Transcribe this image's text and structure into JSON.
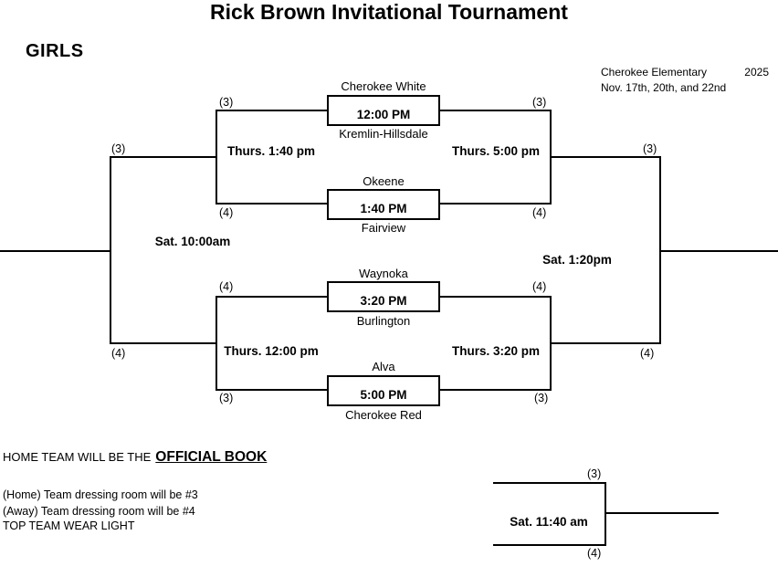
{
  "title": "Rick Brown Invitational Tournament",
  "division": "GIRLS",
  "header": {
    "venue": "Cherokee Elementary",
    "year": "2025",
    "dates": "Nov. 17th, 20th, and 22nd"
  },
  "bracket": {
    "round1_games": [
      {
        "top_team": "Cherokee White",
        "time": "12:00 PM",
        "bottom_team": "Kremlin-Hillsdale",
        "left_seed": "(3)",
        "right_seed": "(3)"
      },
      {
        "top_team": "Okeene",
        "time": "1:40 PM",
        "bottom_team": "Fairview",
        "left_seed": "(4)",
        "right_seed": "(4)"
      },
      {
        "top_team": "Waynoka",
        "time": "3:20 PM",
        "bottom_team": "Burlington",
        "left_seed": "(4)",
        "right_seed": "(4)"
      },
      {
        "top_team": "Alva",
        "time": "5:00 PM",
        "bottom_team": "Cherokee Red",
        "left_seed": "(3)",
        "right_seed": "(3)"
      }
    ],
    "round2": {
      "left_top": {
        "label": "Thurs. 1:40 pm",
        "advance_seed": "(3)"
      },
      "left_bottom": {
        "label": "Thurs. 12:00 pm",
        "advance_seed": "(4)"
      },
      "right_top": {
        "label": "Thurs. 5:00 pm",
        "advance_seed": "(3)"
      },
      "right_bottom": {
        "label": "Thurs. 3:20 pm",
        "advance_seed": "(4)"
      }
    },
    "finals": {
      "left_label": "Sat. 10:00am",
      "right_label": "Sat. 1:20pm"
    },
    "consolation": {
      "label": "Sat. 11:40 am",
      "top_seed": "(3)",
      "bottom_seed": "(4)"
    }
  },
  "notes": {
    "official_book_prefix": "HOME TEAM WILL BE THE",
    "official_book_emphasis": "OFFICIAL BOOK",
    "home_room": "(Home) Team dressing room will be #3",
    "away_room": "(Away)  Team dressing room will be #4",
    "uniform": "TOP TEAM WEAR LIGHT"
  }
}
